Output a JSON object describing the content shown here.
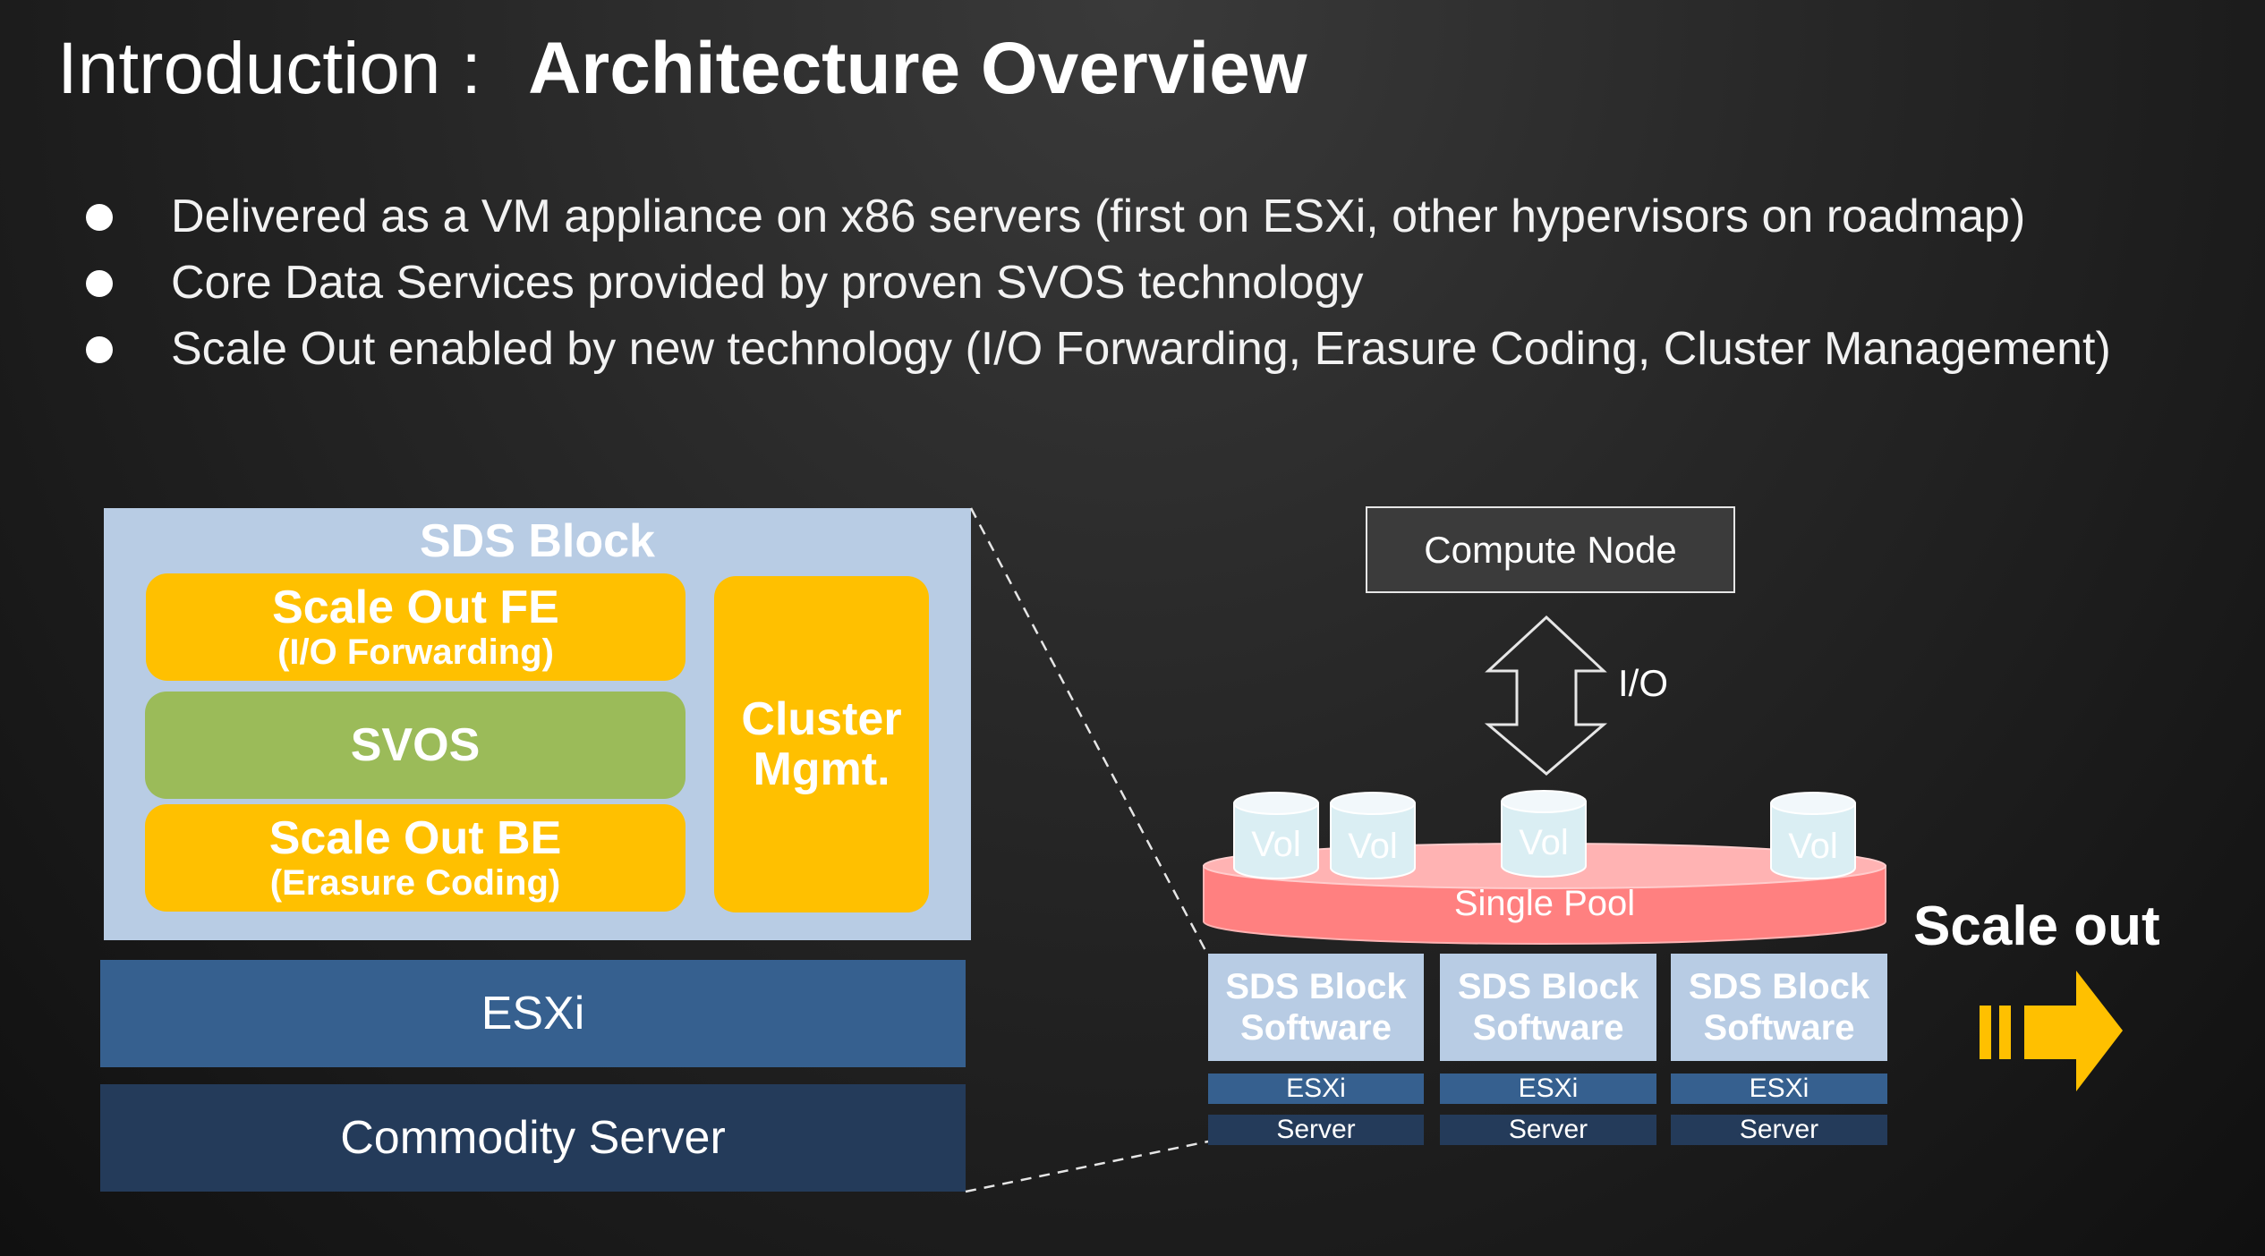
{
  "title": {
    "prefix": "Introduction :",
    "main": "Architecture Overview"
  },
  "bullets": [
    "Delivered as a VM appliance on x86 servers (first on ESXi, other hypervisors on roadmap)",
    "Core Data Services provided by proven SVOS technology",
    "Scale Out enabled by new technology (I/O Forwarding, Erasure Coding, Cluster Management)"
  ],
  "stack": {
    "label": "SDS Block",
    "fe": {
      "title": "Scale Out FE",
      "sub": "(I/O Forwarding)"
    },
    "svos": "SVOS",
    "be": {
      "title": "Scale Out BE",
      "sub": "(Erasure Coding)"
    },
    "cluster": {
      "line1": "Cluster",
      "line2": "Mgmt."
    },
    "esxi": "ESXi",
    "server": "Commodity Server"
  },
  "cluster_view": {
    "compute_node": "Compute Node",
    "io_label": "I/O",
    "volumes": [
      "Vol",
      "Vol",
      "Vol",
      "Vol"
    ],
    "pool": "Single Pool",
    "nodes": [
      {
        "software_line1": "SDS Block",
        "software_line2": "Software",
        "esxi": "ESXi",
        "server": "Server"
      },
      {
        "software_line1": "SDS Block",
        "software_line2": "Software",
        "esxi": "ESXi",
        "server": "Server"
      },
      {
        "software_line1": "SDS Block",
        "software_line2": "Software",
        "esxi": "ESXi",
        "server": "Server"
      }
    ],
    "scale_out_label": "Scale out"
  },
  "colors": {
    "yellow": "#ffc000",
    "green": "#9bbb59",
    "light_blue": "#b8cce4",
    "esxi_blue": "#36608f",
    "server_navy": "#243b5a",
    "pool_pink": "#ff8080"
  }
}
